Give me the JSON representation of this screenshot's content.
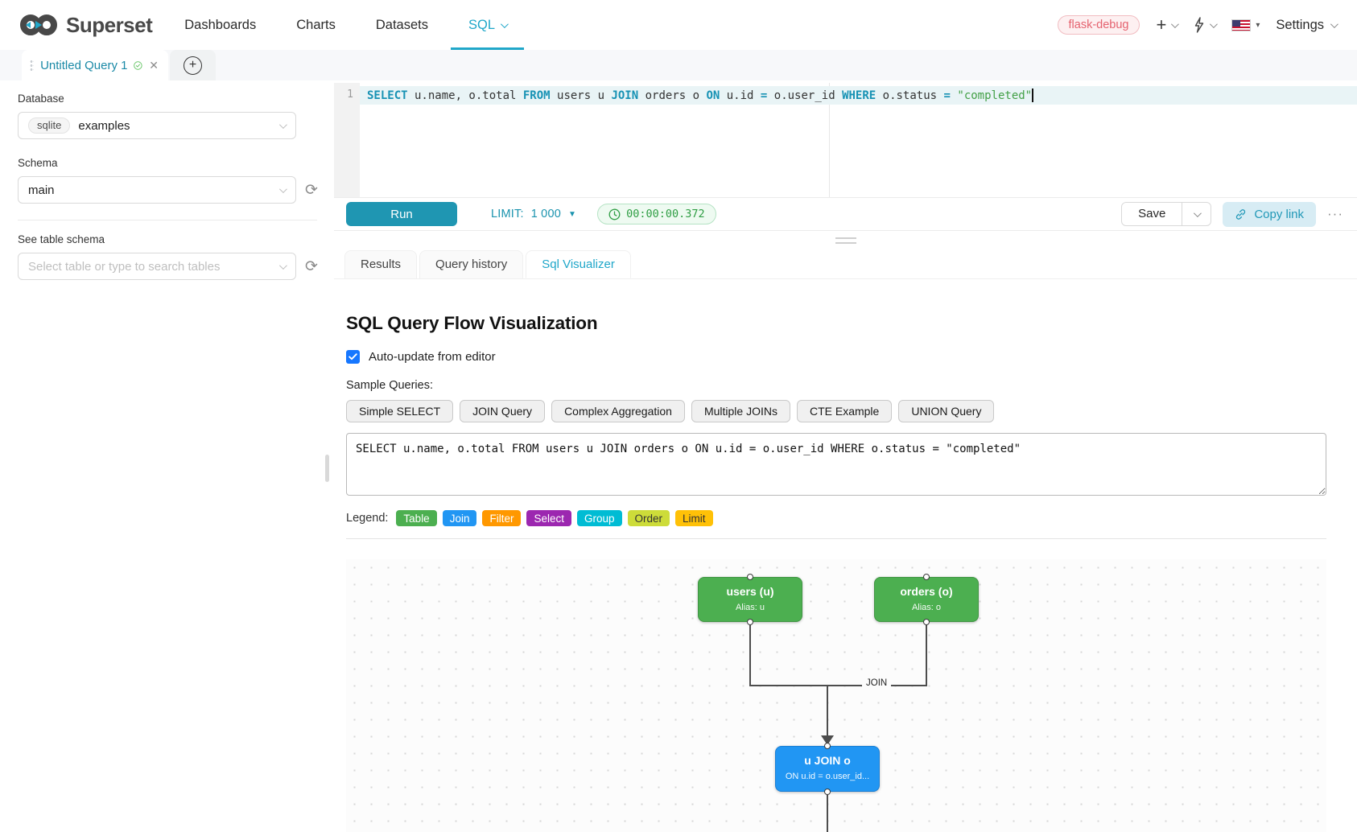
{
  "navbar": {
    "brand": "Superset",
    "items": [
      "Dashboards",
      "Charts",
      "Datasets",
      "SQL"
    ],
    "env_badge": "flask-debug",
    "settings": "Settings"
  },
  "tabstrip": {
    "active_tab": "Untitled Query 1"
  },
  "sidebar": {
    "database_label": "Database",
    "engine": "sqlite",
    "database": "examples",
    "schema_label": "Schema",
    "schema": "main",
    "table_label": "See table schema",
    "table_placeholder": "Select table or type to search tables"
  },
  "editor": {
    "line_number": "1",
    "tokens": [
      {
        "text": "SELECT",
        "type": "kw"
      },
      {
        "text": " u.name, o.total ",
        "type": "plain"
      },
      {
        "text": "FROM",
        "type": "kw"
      },
      {
        "text": " users u ",
        "type": "plain"
      },
      {
        "text": "JOIN",
        "type": "kw"
      },
      {
        "text": " orders o ",
        "type": "plain"
      },
      {
        "text": "ON",
        "type": "kw"
      },
      {
        "text": " u.id ",
        "type": "plain"
      },
      {
        "text": "=",
        "type": "op"
      },
      {
        "text": " o.user_id ",
        "type": "plain"
      },
      {
        "text": "WHERE",
        "type": "kw"
      },
      {
        "text": " o.status ",
        "type": "plain"
      },
      {
        "text": "=",
        "type": "op"
      },
      {
        "text": " ",
        "type": "plain"
      },
      {
        "text": "\"completed\"",
        "type": "str"
      }
    ]
  },
  "toolbar": {
    "run": "Run",
    "limit_label": "LIMIT:",
    "limit_value": "1 000",
    "timer": "00:00:00.372",
    "save": "Save",
    "copy_link": "Copy link"
  },
  "south_tabs": [
    "Results",
    "Query history",
    "Sql Visualizer"
  ],
  "visualizer": {
    "title": "SQL Query Flow Visualization",
    "auto_update_label": "Auto-update from editor",
    "auto_update_checked": true,
    "sample_queries_label": "Sample Queries:",
    "sample_buttons": [
      "Simple SELECT",
      "JOIN Query",
      "Complex Aggregation",
      "Multiple JOINs",
      "CTE Example",
      "UNION Query"
    ],
    "query_text": "SELECT u.name, o.total FROM users u JOIN orders o ON u.id = o.user_id WHERE o.status = \"completed\"",
    "legend_label": "Legend:",
    "legend": [
      {
        "label": "Table",
        "color": "#4caf50",
        "text_color": "#ffffff"
      },
      {
        "label": "Join",
        "color": "#2196f3",
        "text_color": "#ffffff"
      },
      {
        "label": "Filter",
        "color": "#ff9800",
        "text_color": "#ffffff"
      },
      {
        "label": "Select",
        "color": "#9c27b0",
        "text_color": "#ffffff"
      },
      {
        "label": "Group",
        "color": "#00bcd4",
        "text_color": "#ffffff"
      },
      {
        "label": "Order",
        "color": "#cddc39",
        "text_color": "#333333"
      },
      {
        "label": "Limit",
        "color": "#ffc107",
        "text_color": "#333333"
      }
    ]
  },
  "flow": {
    "users": {
      "title": "users (u)",
      "subtitle": "Alias: u"
    },
    "orders": {
      "title": "orders (o)",
      "subtitle": "Alias: o"
    },
    "join": {
      "title": "u JOIN o",
      "subtitle": "ON u.id = o.user_id..."
    },
    "edge_label": "JOIN"
  },
  "icons": {
    "plus": "+",
    "close": "✕",
    "refresh": "⟳",
    "ellipsis": "···",
    "caret_down": "▾",
    "limit_caret": "▼"
  }
}
